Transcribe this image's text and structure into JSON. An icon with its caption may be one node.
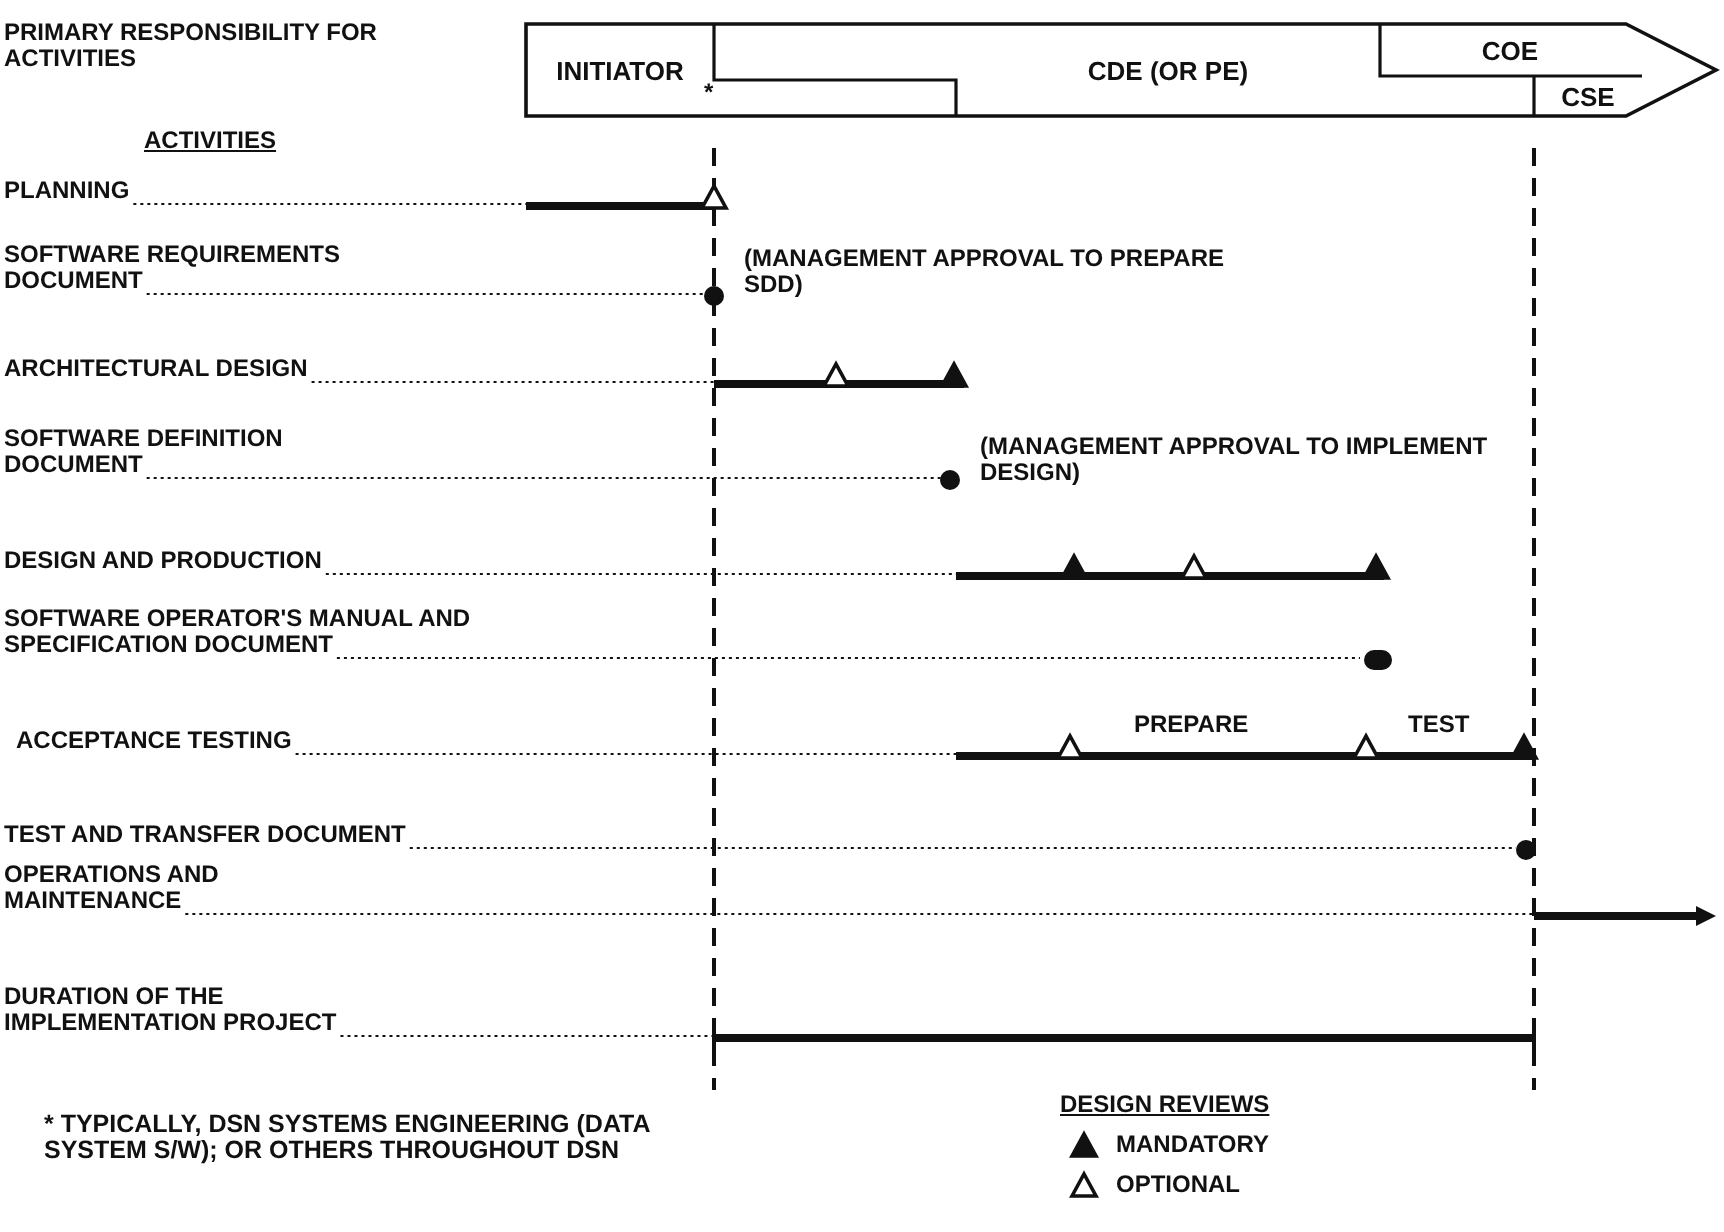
{
  "diagram": {
    "nodes": [
      {
        "text": [],
        "shape": "arrow"
      },
      {
        "text": [
          "INITIATOR"
        ],
        "in": 0
      },
      {
        "text": [
          "CDE (OR PE)"
        ],
        "in": 0
      },
      {
        "text": [
          "COE"
        ],
        "in": 0
      },
      {
        "text": [
          "CSE"
        ],
        "in": 0
      }
    ],
    "labels": [
      "PRIMARY RESPONSIBILITY FOR ACTIVITIES",
      "ACTIVITIES",
      "*",
      "PLANNING",
      "SOFTWARE REQUIREMENTS DOCUMENT",
      "(MANAGEMENT APPROVAL TO PREPARE SDD)",
      "ARCHITECTURAL DESIGN",
      "SOFTWARE DEFINITION DOCUMENT",
      "(MANAGEMENT APPROVAL TO IMPLEMENT DESIGN)",
      "DESIGN AND PRODUCTION",
      "SOFTWARE OPERATOR'S MANUAL AND SPECIFICATION DOCUMENT",
      "PREPARE",
      "TEST",
      "ACCEPTANCE TESTING",
      "TEST AND TRANSFER DOCUMENT",
      "OPERATIONS AND MAINTENANCE",
      "DURATION OF THE IMPLEMENTATION PROJECT",
      "* TYPICALLY, DSN SYSTEMS ENGINEERING (DATA SYSTEM S/W); OR OTHERS THROUGHOUT DSN",
      "DESIGN REVIEWS"
    ],
    "legend": [
      {
        "text": "MANDATORY"
      },
      {
        "text": "OPTIONAL"
      }
    ]
  }
}
